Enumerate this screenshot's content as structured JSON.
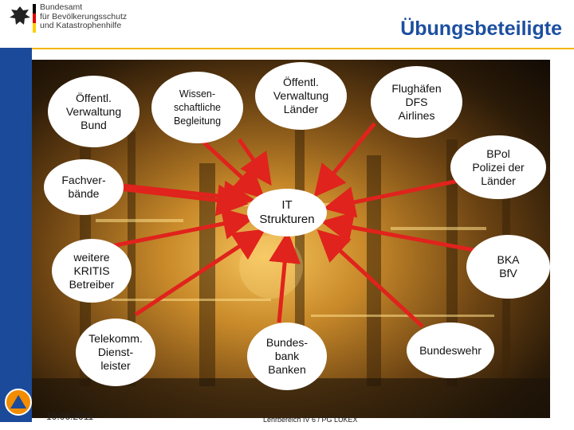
{
  "header": {
    "org_line1": "Bundesamt",
    "org_line2": "für Bevölkerungsschutz",
    "org_line3": "und Katastrophenhilfe",
    "title": "Übungsbeteiligte"
  },
  "colors": {
    "title": "#1d4fa0",
    "arrow": "#e0231c",
    "sidebar": "#1b4a9a",
    "accent_line": "#f4b400"
  },
  "icons": [
    "federal-eagle-icon",
    "civil-protection-logo-icon"
  ],
  "center_node": {
    "label": "IT\nStrukturen"
  },
  "nodes": [
    {
      "id": "verwaltung-bund",
      "label": "Öffentl.\nVerwaltung\nBund"
    },
    {
      "id": "wissenschaft",
      "label": "Wissen-\nschaftliche\nBegleitung"
    },
    {
      "id": "verwaltung-laender",
      "label": "Öffentl.\nVerwaltung\nLänder"
    },
    {
      "id": "flughaefen",
      "label": "Flughäfen\nDFS\nAirlines"
    },
    {
      "id": "fachverbaende",
      "label": "Fachver-\nbände"
    },
    {
      "id": "bpol",
      "label": "BPol\nPolizei der\nLänder"
    },
    {
      "id": "kritis",
      "label": "weitere\nKRITIS\nBetreiber"
    },
    {
      "id": "bka",
      "label": "BKA\nBfV"
    },
    {
      "id": "telekomm",
      "label": "Telekomm.\nDienst-\nleister"
    },
    {
      "id": "bundesbank",
      "label": "Bundes-\nbank\nBanken"
    },
    {
      "id": "bundeswehr",
      "label": "Bundeswehr"
    }
  ],
  "footer": {
    "date": "10.06.2011",
    "center": "Lehrbereich IV 6 / PG LÜKEX"
  }
}
